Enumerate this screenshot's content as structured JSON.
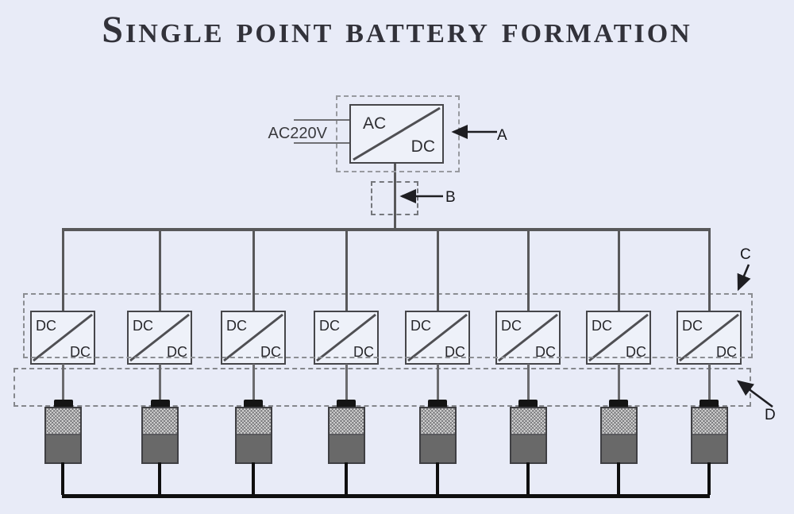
{
  "title": "Single point battery formation",
  "ac_unit": {
    "input_label": "AC220V",
    "top_label": "AC",
    "bottom_label": "DC"
  },
  "callouts": {
    "a": "A",
    "b": "B",
    "c": "C",
    "d": "D"
  },
  "converters": [
    {
      "top_label": "DC",
      "bottom_label": "DC"
    },
    {
      "top_label": "DC",
      "bottom_label": "DC"
    },
    {
      "top_label": "DC",
      "bottom_label": "DC"
    },
    {
      "top_label": "DC",
      "bottom_label": "DC"
    },
    {
      "top_label": "DC",
      "bottom_label": "DC"
    },
    {
      "top_label": "DC",
      "bottom_label": "DC"
    },
    {
      "top_label": "DC",
      "bottom_label": "DC"
    },
    {
      "top_label": "DC",
      "bottom_label": "DC"
    }
  ],
  "colors": {
    "background": "#e8ebf7",
    "wire": "#58585a",
    "dashed_outline": "#8b8d92",
    "dc_bus_black": "#0f0f0f",
    "battery_body_dark": "#696969",
    "battery_body_hatch": "#d9d9d9",
    "title_text": "#32323a"
  }
}
